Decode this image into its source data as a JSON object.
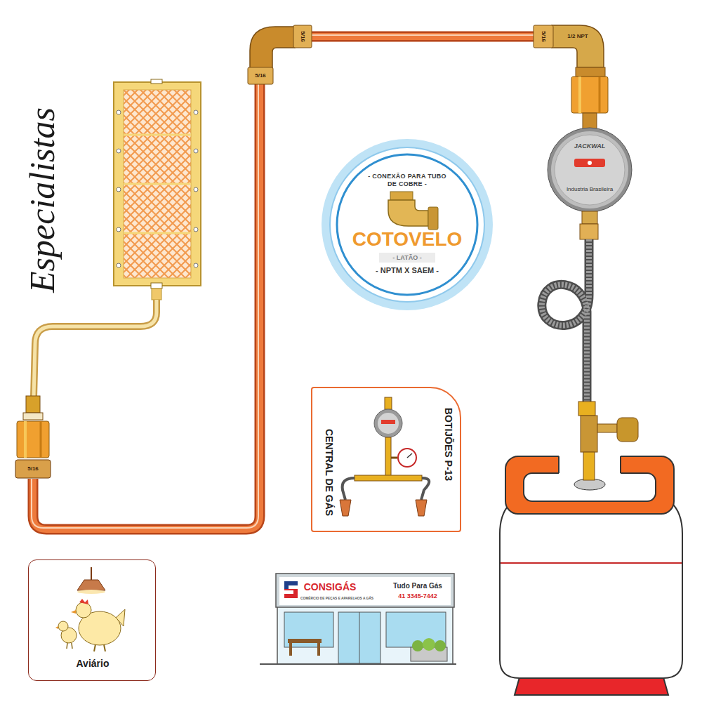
{
  "diagram": {
    "nodes": [
      {
        "text": [
          "JACKWAL",
          "Industria Brasileira"
        ]
      },
      {
        "text": [
          "- CONEXÃO PARA TUBO DE COBRE -",
          "COTOVELO",
          "- LATÃO -",
          "- NPTM X SAEM -"
        ]
      },
      {
        "text": [
          "BOTIJÕES P-13",
          "CENTRAL DE GÁS"
        ]
      },
      {
        "text": [
          "Aviário"
        ]
      },
      {
        "text": [
          "CONSIGÁS",
          "COMÉRCIO DE PEÇAS E APARELHOS A GÁS",
          "Tudo Para Gás",
          "41 3345-7442"
        ]
      }
    ],
    "labels": [
      "Especialistas",
      "5/16",
      "5/16",
      "5/16",
      "5/16",
      "1/2 NPT"
    ]
  }
}
